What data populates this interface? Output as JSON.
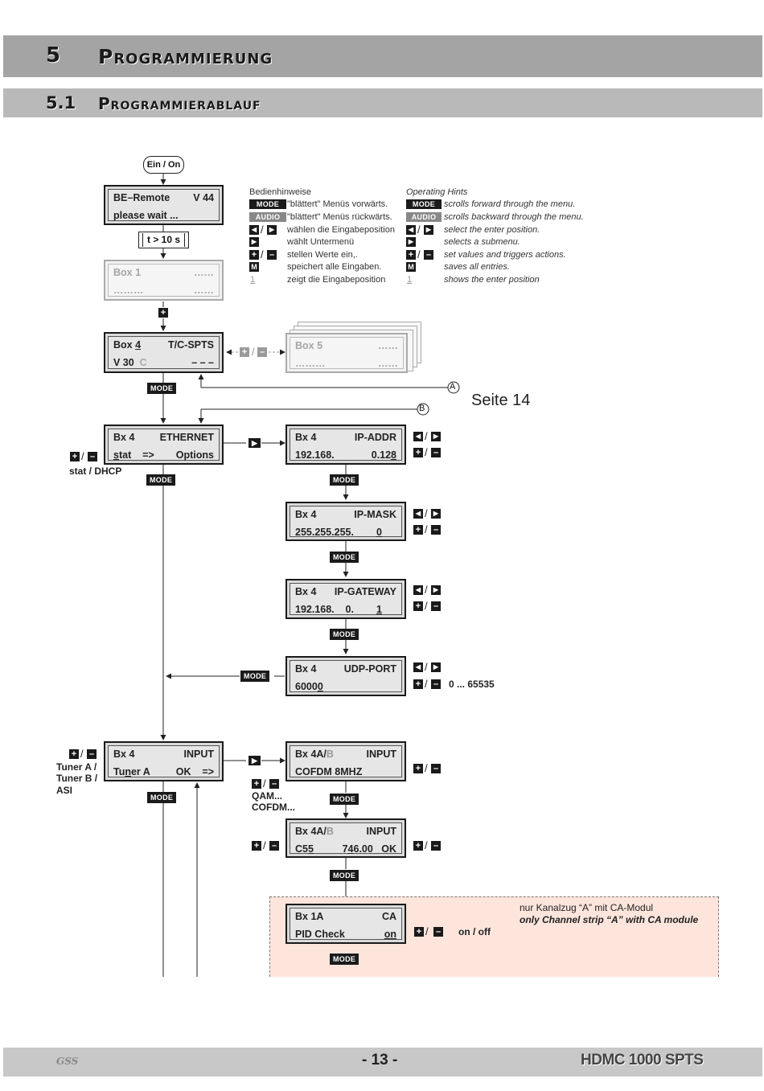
{
  "section": {
    "number": "5",
    "title": "Programmierung"
  },
  "subsection": {
    "number": "5.1",
    "title": "Programmierablauf"
  },
  "start_button": "Ein / On",
  "hold_time": "t > 10 s",
  "boxes": {
    "be_remote": {
      "tl": "BE–Remote",
      "tr": "V 44",
      "bl": "please wait ...",
      "br": ""
    },
    "box1": {
      "tl": "Box 1",
      "tr": "……",
      "bl": "………",
      "br": "……"
    },
    "box4": {
      "tl": "Box 4",
      "tr": "T/C-SPTS",
      "bl": "V 30  C",
      "br": "– – –"
    },
    "box5": {
      "tl": "Box 5",
      "tr": "……",
      "bl": "………",
      "br": "……"
    },
    "ethernet": {
      "tl": "Bx 4",
      "tr": "ETHERNET",
      "bl": "stat    =>",
      "br": "Options"
    },
    "ip_addr": {
      "tl": "Bx 4",
      "tr": "IP-ADDR",
      "bl": "192.168.",
      "br": "0.128"
    },
    "ip_mask": {
      "tl": "Bx 4",
      "tr": "IP-MASK",
      "bl": "255.255.255.",
      "br": "0"
    },
    "ip_gateway": {
      "tl": "Bx 4",
      "tr": "IP-GATEWAY",
      "bl": "192.168.    0.",
      "br": "1"
    },
    "udp_port": {
      "tl": "Bx 4",
      "tr": "UDP-PORT",
      "bl": "60000",
      "br": ""
    },
    "input": {
      "tl": "Bx 4",
      "tr": "INPUT",
      "bl": "Tuner A",
      "br": "OK    =>"
    },
    "input_cofdm": {
      "tl": "Bx 4A/B",
      "tr": "INPUT",
      "bl": "COFDM 8MHZ",
      "br": ""
    },
    "input_channel": {
      "tl": "Bx 4A/B",
      "tr": "INPUT",
      "bl": "C55",
      "br": "746.00   OK"
    },
    "ca": {
      "tl": "Bx 1A",
      "tr": "CA",
      "bl": "PID Check",
      "br": "on"
    }
  },
  "hints_de": {
    "title": "Bedienhinweise",
    "rows": [
      "\"blättert\" Menüs vorwärts.",
      "\"blättert\" Menüs rückwärts.",
      "wählen die Eingabeposition",
      "wählt Untermenü",
      "stellen Werte ein,.",
      "speichert alle Eingaben.",
      "zeigt die Eingabeposition"
    ]
  },
  "hints_en": {
    "title": "Operating Hints",
    "rows": [
      "scrolls forward through the menu.",
      "scrolls backward through the menu.",
      "select the enter position.",
      "selects a submenu.",
      "set values and triggers actions.",
      "saves all entries.",
      "shows the enter position"
    ]
  },
  "keys": {
    "mode": "MODE",
    "audio": "AUDIO",
    "memory": "M",
    "cursor": "1",
    "plus": "+",
    "minus": "–",
    "left": "◀",
    "right": "▶",
    "slash": "/"
  },
  "markers": {
    "a": "A",
    "b": "B",
    "page_ref": "Seite 14"
  },
  "labels": {
    "stat_dhcp": "stat / DHCP",
    "tuner_opts": [
      "Tuner A /",
      "Tuner B /",
      "ASI"
    ],
    "qam_opts": [
      "QAM...",
      "COFDM..."
    ],
    "udp_range": "0 ... 65535",
    "on_off": "on / off",
    "ca_note_de": "nur Kanalzug “A” mit CA-Modul",
    "ca_note_en": "only Channel strip “A” with CA module"
  },
  "footer": {
    "logo": "GSS",
    "page": "- 13 -",
    "model": "HDMC 1000 SPTS"
  }
}
